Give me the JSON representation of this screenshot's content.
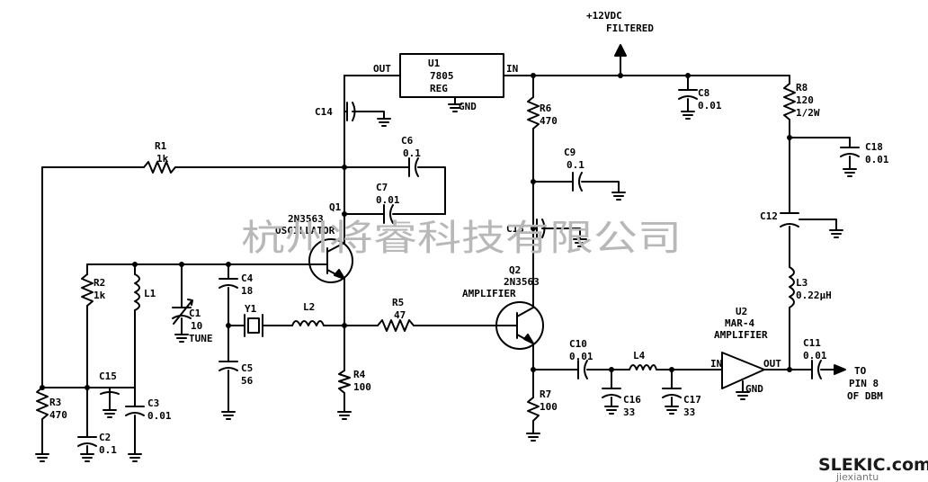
{
  "supply": {
    "line1": "+12VDC",
    "line2": "FILTERED"
  },
  "u1": {
    "ref": "U1",
    "part": "7805",
    "type": "REG",
    "pin_out": "OUT",
    "pin_in": "IN",
    "pin_gnd": "GND"
  },
  "c14": {
    "ref": "C14"
  },
  "c8": {
    "ref": "C8",
    "value": "0.01"
  },
  "r8": {
    "ref": "R8",
    "value": "120",
    "rating": "1/2W"
  },
  "c18": {
    "ref": "C18",
    "value": "0.01"
  },
  "r6": {
    "ref": "R6",
    "value": "470"
  },
  "c9": {
    "ref": "C9",
    "value": "0.1"
  },
  "c13": {
    "ref": "C13"
  },
  "c12": {
    "ref": "C12"
  },
  "l3": {
    "ref": "L3",
    "value": "0.22μH"
  },
  "r1": {
    "ref": "R1",
    "value": "1k"
  },
  "c6": {
    "ref": "C6",
    "value": "0.1"
  },
  "c7": {
    "ref": "C7",
    "value": "0.01"
  },
  "q1": {
    "ref": "Q1",
    "part": "2N3563",
    "role": "OSCILLATOR"
  },
  "q2": {
    "ref": "Q2",
    "part": "2N3563",
    "role": "AMPLIFIER"
  },
  "r2": {
    "ref": "R2",
    "value": "1k"
  },
  "l1": {
    "ref": "L1"
  },
  "c1": {
    "ref": "C1",
    "value": "10",
    "note": "TUNE"
  },
  "c4": {
    "ref": "C4",
    "value": "18"
  },
  "y1": {
    "ref": "Y1"
  },
  "l2": {
    "ref": "L2"
  },
  "r5": {
    "ref": "R5",
    "value": "47"
  },
  "c5": {
    "ref": "C5",
    "value": "56"
  },
  "r4": {
    "ref": "R4",
    "value": "100"
  },
  "r3": {
    "ref": "R3",
    "value": "470"
  },
  "c15": {
    "ref": "C15"
  },
  "c3": {
    "ref": "C3",
    "value": "0.01"
  },
  "c2": {
    "ref": "C2",
    "value": "0.1"
  },
  "r7": {
    "ref": "R7",
    "value": "100"
  },
  "c10": {
    "ref": "C10",
    "value": "0.01"
  },
  "l4": {
    "ref": "L4"
  },
  "c16": {
    "ref": "C16",
    "value": "33"
  },
  "c17": {
    "ref": "C17",
    "value": "33"
  },
  "u2": {
    "ref": "U2",
    "part": "MAR-4",
    "role": "AMPLIFIER",
    "pin_in": "IN",
    "pin_out": "OUT",
    "pin_gnd": "GND"
  },
  "c11": {
    "ref": "C11",
    "value": "0.01"
  },
  "output": {
    "line1": "TO",
    "line2": "PIN 8",
    "line3": "OF DBM"
  },
  "watermark": "杭州将睿科技有限公司",
  "logo": {
    "brand": "SLEKIC.com",
    "sub": "jiexiantu"
  }
}
